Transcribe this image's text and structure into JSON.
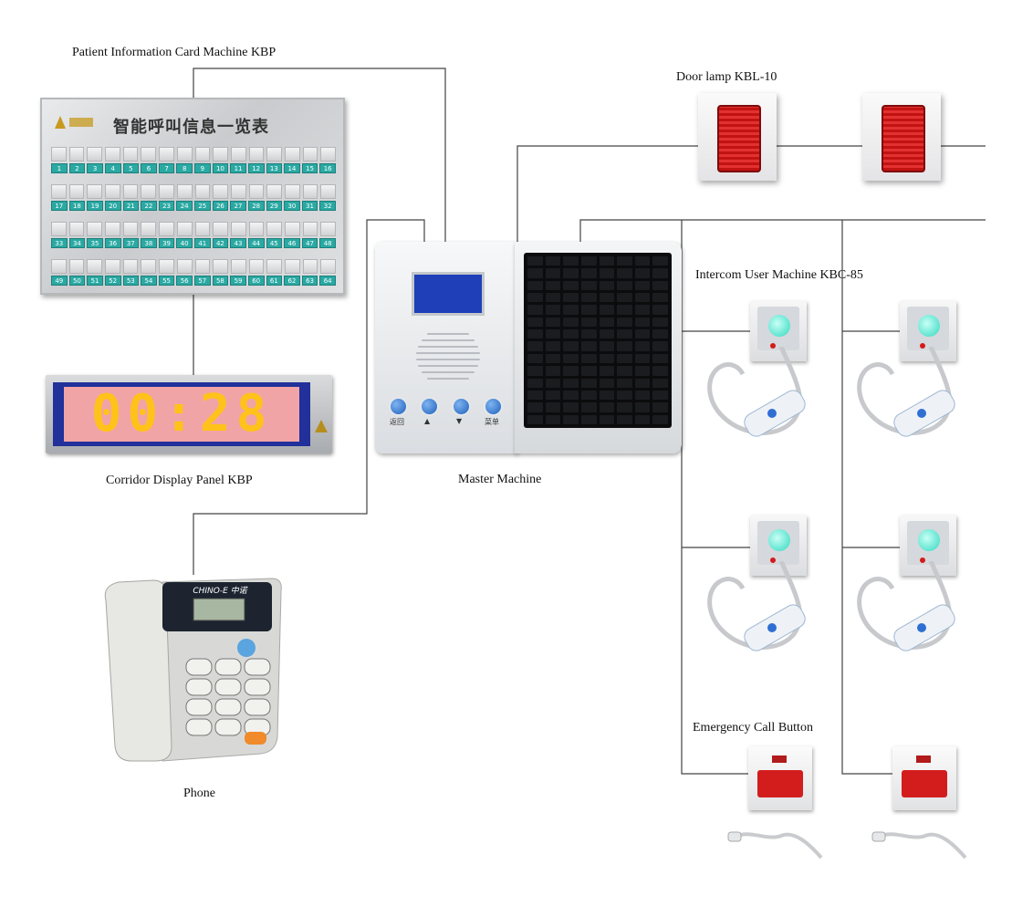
{
  "labels": {
    "patient_card": "Patient Information Card Machine KBP",
    "corridor": "Corridor Display Panel KBP",
    "door_lamp": "Door lamp KBL-10",
    "intercom": "Intercom User Machine KBC-85",
    "master": "Master Machine",
    "phone": "Phone",
    "emergency": "Emergency Call Button"
  },
  "patient_card_panel": {
    "title": "智能呼叫信息一览表",
    "rows": [
      [
        "1",
        "2",
        "3",
        "4",
        "5",
        "6",
        "7",
        "8",
        "9",
        "10",
        "11",
        "12",
        "13",
        "14",
        "15",
        "16"
      ],
      [
        "17",
        "18",
        "19",
        "20",
        "21",
        "22",
        "23",
        "24",
        "25",
        "26",
        "27",
        "28",
        "29",
        "30",
        "31",
        "32"
      ],
      [
        "33",
        "34",
        "35",
        "36",
        "37",
        "38",
        "39",
        "40",
        "41",
        "42",
        "43",
        "44",
        "45",
        "46",
        "47",
        "48"
      ],
      [
        "49",
        "50",
        "51",
        "52",
        "53",
        "54",
        "55",
        "56",
        "57",
        "58",
        "59",
        "60",
        "61",
        "62",
        "63",
        "64"
      ]
    ]
  },
  "corridor_display": {
    "time": "00:28"
  },
  "master_buttons": [
    "返回",
    "▲",
    "▼",
    "菜单"
  ],
  "phone": {
    "brand": "CHINO-E 中诺"
  },
  "colors": {
    "teal": "#2aa9a3",
    "display_blue": "#21309a",
    "digit_yellow": "#ffc21a",
    "lamp_red": "#c21313",
    "cyan_button": "#2fd8c0"
  }
}
